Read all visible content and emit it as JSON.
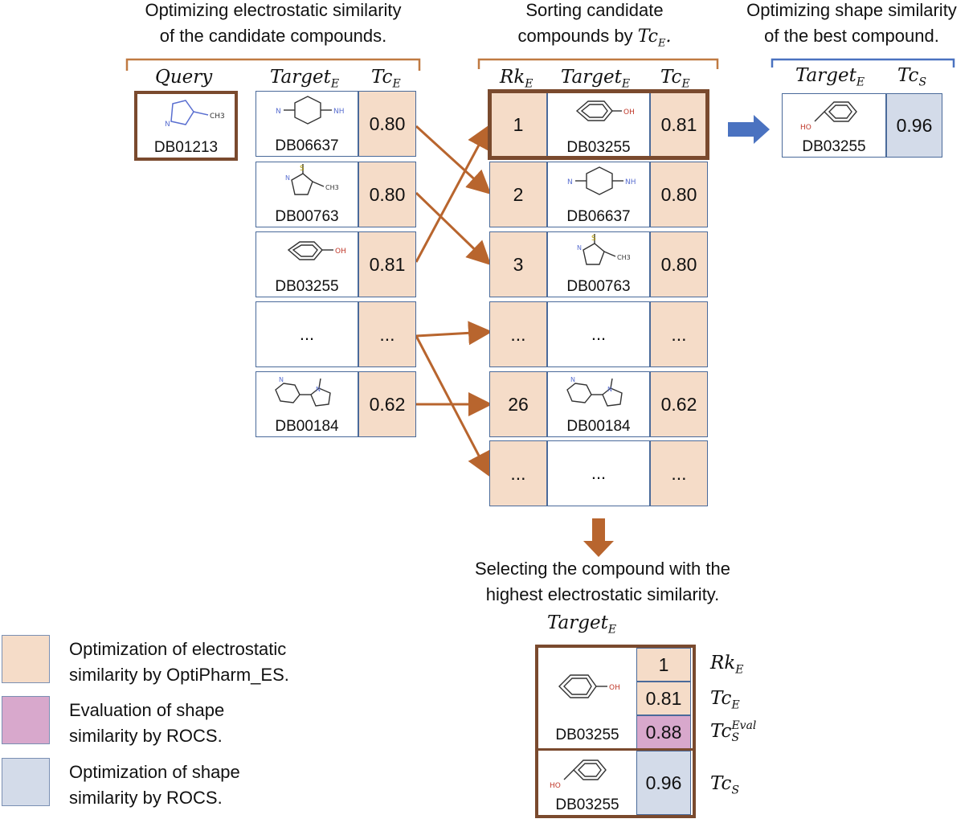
{
  "captions": {
    "electrostatic": [
      "Optimizing electrostatic similarity",
      "of the candidate compounds."
    ],
    "sorting": [
      "Sorting candidate",
      "compounds by"
    ],
    "sorting_math": "Tc",
    "sorting_sub": "E",
    "shape": [
      "Optimizing shape similarity",
      "of the best compound."
    ],
    "selecting": [
      "Selecting the compound with the",
      "highest electrostatic similarity."
    ]
  },
  "headers": {
    "query": "Query",
    "target": "Target",
    "tc": "Tc",
    "rk": "Rk",
    "sub_e": "E",
    "sub_s": "S",
    "eval_sup": "Eval"
  },
  "query": {
    "id": "DB01213"
  },
  "left_table": [
    {
      "id": "DB06637",
      "tc": "0.80"
    },
    {
      "id": "DB00763",
      "tc": "0.80"
    },
    {
      "id": "DB03255",
      "tc": "0.81"
    },
    {
      "id": "...",
      "tc": "..."
    },
    {
      "id": "DB00184",
      "tc": "0.62"
    }
  ],
  "sorted_table": [
    {
      "rank": "1",
      "id": "DB03255",
      "tc": "0.81"
    },
    {
      "rank": "2",
      "id": "DB06637",
      "tc": "0.80"
    },
    {
      "rank": "3",
      "id": "DB00763",
      "tc": "0.80"
    },
    {
      "rank": "...",
      "id": "...",
      "tc": "..."
    },
    {
      "rank": "26",
      "id": "DB00184",
      "tc": "0.62"
    },
    {
      "rank": "...",
      "id": "...",
      "tc": "..."
    }
  ],
  "shape_result": {
    "id": "DB03255",
    "tc_s": "0.96"
  },
  "selected": {
    "id": "DB03255",
    "rank": "1",
    "tc_e": "0.81",
    "tc_s_eval": "0.88",
    "shape_id": "DB03255",
    "tc_s": "0.96"
  },
  "legend": [
    {
      "lines": [
        "Optimization of electrostatic",
        "similarity by OptiPharm_ES."
      ],
      "color": "#f5dcc8"
    },
    {
      "lines": [
        "Evaluation of shape",
        "similarity by ROCS."
      ],
      "color": "#d8a8cc"
    },
    {
      "lines": [
        "Optimization of shape",
        "similarity by ROCS."
      ],
      "color": "#d3dbe9"
    }
  ],
  "colors": {
    "electrostatic": "#f5dcc8",
    "evaluation": "#d8a8cc",
    "shape": "#d3dbe9",
    "arrow": "#b8652e",
    "frame": "#7a4a2e",
    "bracket_brown": "#c07a42",
    "bracket_blue": "#4a72c0",
    "blue_arrow": "#4a72c0"
  }
}
